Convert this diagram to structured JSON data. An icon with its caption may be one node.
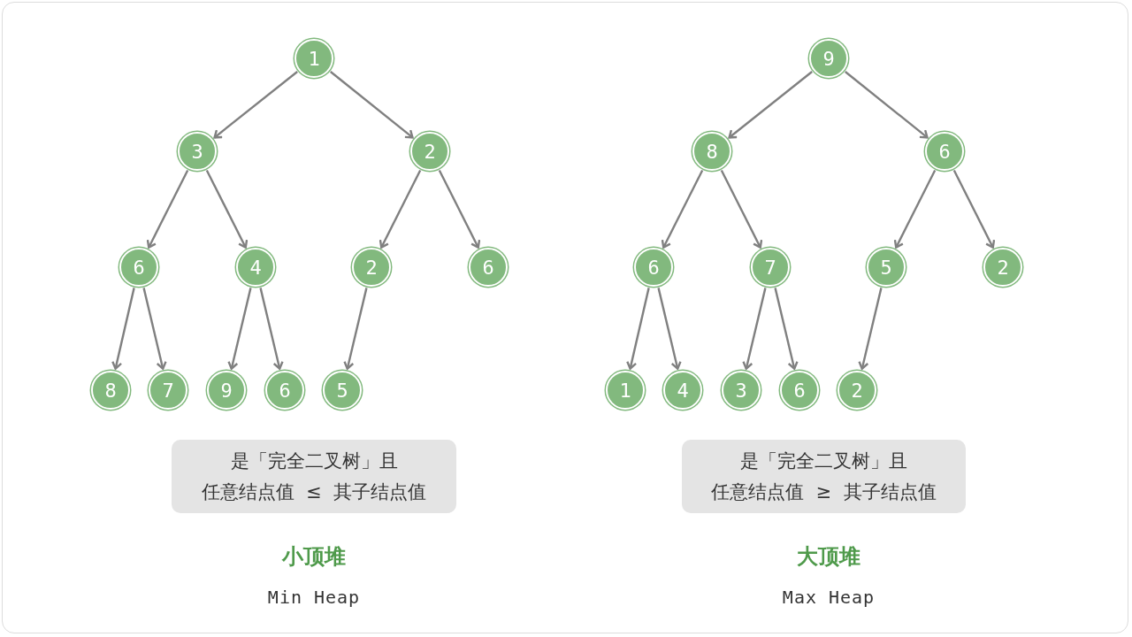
{
  "diagram": {
    "nodes": [
      {
        "text": [
          "1"
        ]
      },
      {
        "text": [
          "3"
        ]
      },
      {
        "text": [
          "2"
        ]
      },
      {
        "text": [
          "6"
        ]
      },
      {
        "text": [
          "4"
        ]
      },
      {
        "text": [
          "2"
        ]
      },
      {
        "text": [
          "6"
        ]
      },
      {
        "text": [
          "8"
        ]
      },
      {
        "text": [
          "7"
        ]
      },
      {
        "text": [
          "9"
        ]
      },
      {
        "text": [
          "6"
        ]
      },
      {
        "text": [
          "5"
        ]
      },
      {
        "text": [
          "是「完全二叉树」且",
          "任意结点值 ≤ 其子结点值"
        ]
      },
      {
        "text": [
          "9"
        ]
      },
      {
        "text": [
          "8"
        ]
      },
      {
        "text": [
          "6"
        ]
      },
      {
        "text": [
          "6"
        ]
      },
      {
        "text": [
          "7"
        ]
      },
      {
        "text": [
          "5"
        ]
      },
      {
        "text": [
          "2"
        ]
      },
      {
        "text": [
          "1"
        ]
      },
      {
        "text": [
          "4"
        ]
      },
      {
        "text": [
          "3"
        ]
      },
      {
        "text": [
          "6"
        ]
      },
      {
        "text": [
          "2"
        ]
      },
      {
        "text": [
          "是「完全二叉树」且",
          "任意结点值 ≥ 其子结点值"
        ]
      }
    ],
    "edges": [
      {
        "from": 0,
        "to": 1,
        "arrow": "to"
      },
      {
        "from": 0,
        "to": 2,
        "arrow": "to"
      },
      {
        "from": 1,
        "to": 3,
        "arrow": "to"
      },
      {
        "from": 1,
        "to": 4,
        "arrow": "to"
      },
      {
        "from": 2,
        "to": 5,
        "arrow": "to"
      },
      {
        "from": 2,
        "to": 6,
        "arrow": "to"
      },
      {
        "from": 3,
        "to": 7,
        "arrow": "to"
      },
      {
        "from": 3,
        "to": 8,
        "arrow": "to"
      },
      {
        "from": 4,
        "to": 9,
        "arrow": "to"
      },
      {
        "from": 4,
        "to": 10,
        "arrow": "to"
      },
      {
        "from": 5,
        "to": 11,
        "arrow": "to"
      },
      {
        "from": 13,
        "to": 14,
        "arrow": "to"
      },
      {
        "from": 13,
        "to": 15,
        "arrow": "to"
      },
      {
        "from": 14,
        "to": 16,
        "arrow": "to"
      },
      {
        "from": 14,
        "to": 17,
        "arrow": "to"
      },
      {
        "from": 15,
        "to": 18,
        "arrow": "to"
      },
      {
        "from": 15,
        "to": 19,
        "arrow": "to"
      },
      {
        "from": 16,
        "to": 20,
        "arrow": "to"
      },
      {
        "from": 16,
        "to": 21,
        "arrow": "to"
      },
      {
        "from": 17,
        "to": 22,
        "arrow": "to"
      },
      {
        "from": 17,
        "to": 23,
        "arrow": "to"
      },
      {
        "from": 18,
        "to": 24,
        "arrow": "to"
      }
    ],
    "labels": [
      "小顶堆",
      "Min Heap",
      "大顶堆",
      "Max Heap"
    ]
  }
}
